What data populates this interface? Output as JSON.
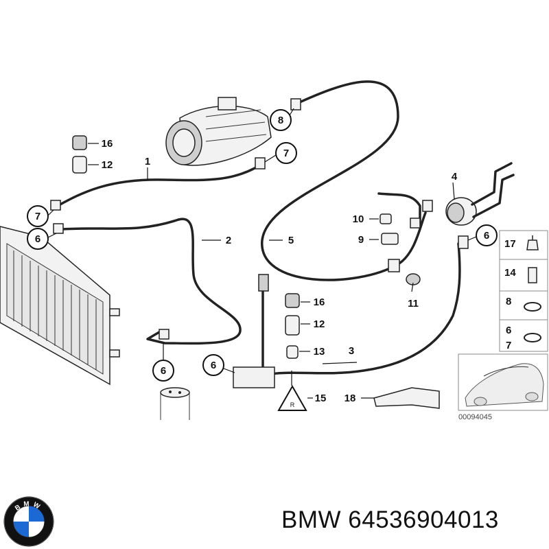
{
  "callouts": {
    "c1": "1",
    "c2": "2",
    "c3": "3",
    "c4": "4",
    "c5": "5",
    "c6a": "6",
    "c6b": "6",
    "c6c": "6",
    "c6d": "6",
    "c7a": "7",
    "c7b": "7",
    "c8": "8",
    "c9": "9",
    "c10": "10",
    "c11": "11",
    "c12a": "12",
    "c12b": "12",
    "c13": "13",
    "c15": "15",
    "c16a": "16",
    "c16b": "16",
    "c18": "18"
  },
  "legend": {
    "items": [
      "17",
      "14",
      "8",
      "6",
      "7"
    ]
  },
  "diagram_code": "00094045",
  "footer": {
    "brand": "BMW",
    "part_number": "64536904013"
  },
  "logo": {
    "lettering": "BMW",
    "colors": [
      "#1c69d4",
      "#ffffff",
      "#000000"
    ]
  },
  "icons": [
    "compressor-icon",
    "condenser-icon",
    "dryer-icon",
    "expansion-valve-icon",
    "warning-sign-icon",
    "car-silhouette-icon",
    "bmw-roundel-logo"
  ]
}
